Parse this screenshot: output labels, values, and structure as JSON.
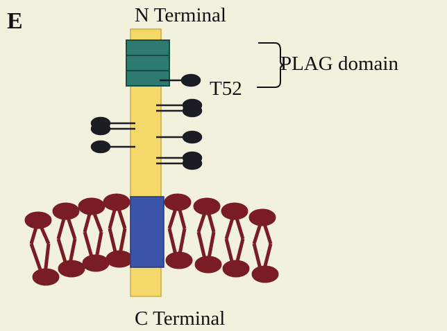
{
  "figure": {
    "panel_label": "E",
    "n_terminal_label": "N Terminal",
    "c_terminal_label": "C Terminal",
    "domain_label": "PLAG domain",
    "site_label": "T52"
  },
  "colors": {
    "background": "#f2f1dd",
    "protein_chain": "#f4d86a",
    "plag_domain": "#2d7a6e",
    "transmembrane_domain": "#3a55a8",
    "glycan": "#1c1c24",
    "lipid": "#7a1c24"
  }
}
